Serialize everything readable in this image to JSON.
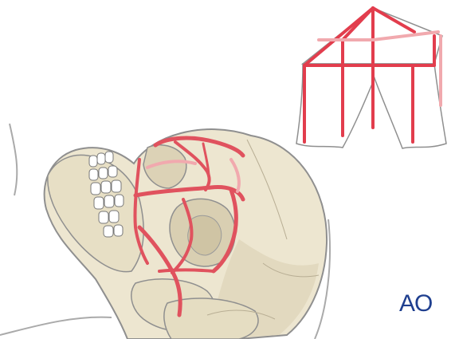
{
  "figure": {
    "subject": "skull-with-facial-buttress-pillars",
    "colors": {
      "bone": "#ede6d0",
      "bone_shadow": "#d9cfb2",
      "outline": "#8f8f8f",
      "buttress_red": "#e0525e",
      "buttress_light": "#f1a9ae",
      "tent_red": "#e23d4d",
      "skin_line": "#aaaaaa"
    }
  },
  "logo": {
    "text": "AO",
    "color": "#1f3f8f"
  },
  "inset": {
    "subject": "tent-analogy-of-facial-buttresses"
  }
}
